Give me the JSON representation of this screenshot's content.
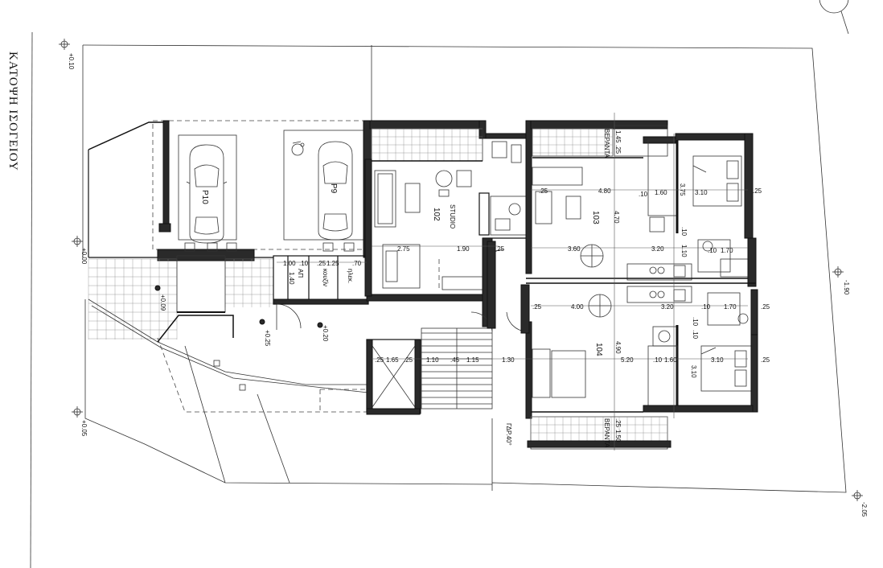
{
  "title": "ΚΑΤΟΨΗ ΙΣΟΓΕΙΟΥ",
  "units": {
    "u102": "102",
    "u102_type": "STUDIO",
    "u103": "103",
    "u104": "104"
  },
  "parking": {
    "p10": "P10",
    "p9": "P9",
    "accessible_icon": "wheelchair-icon"
  },
  "verandas": {
    "top": "ΒΕΡΑΝΤΑ",
    "bottom": "ΒΕΡΑΝΤΑ"
  },
  "levels": {
    "l_top_left": "+0.10",
    "l_mid_left": "+0.00",
    "l_low_left": "+0.05",
    "l_ramp1": "+0.09",
    "l_ramp2": "+0.25",
    "l_entry": "+0.20",
    "l_right": "-1.90",
    "l_bottom_right": "-2.05"
  },
  "rooms_small": {
    "ap": "ΑΠ",
    "kouzina": "κουζίν",
    "hlek": "ηλεκ."
  },
  "note": "ΓΔΡ.40°",
  "dims": {
    "d1": "1.45",
    "d2": ".25",
    "d3": ".25",
    "d4": "4.80",
    "d5": ".10",
    "d6": "1.60",
    "d7": "3.75",
    "d8": "3.10",
    "d9": "4.70",
    "d10": ".25",
    "d11": "3.60",
    "d12": "3.20",
    "d13": ".10",
    "d14": "1.10",
    "d15": ".10",
    "d16": "1.70",
    "d17": "2.75",
    "d18": "1.90",
    "d19": ".25",
    "d20": "1.00",
    "d21": ".10",
    "d22": ".25",
    "d23": "1.25",
    "d24": ".70",
    "d25": "1.40",
    "d26": "4.00",
    "d27": "3.20",
    "d28": ".10",
    "d29": "1.70",
    "d30": "4.90",
    "d31": "5.20",
    "d32": ".10",
    "d33": "1.60",
    "d34": "3.10",
    "d35": "3.10",
    "d36": ".25",
    "d37": "1.65",
    "d38": ".25",
    "d39": "1.10",
    "d40": ".45",
    "d41": "1.15",
    "d42": "1.30",
    "d43": ".25",
    "d44": "1.50",
    "d45": ".25",
    "d46": ".25",
    "d47": ".25",
    "d48": ".10",
    "d49": ".10"
  }
}
